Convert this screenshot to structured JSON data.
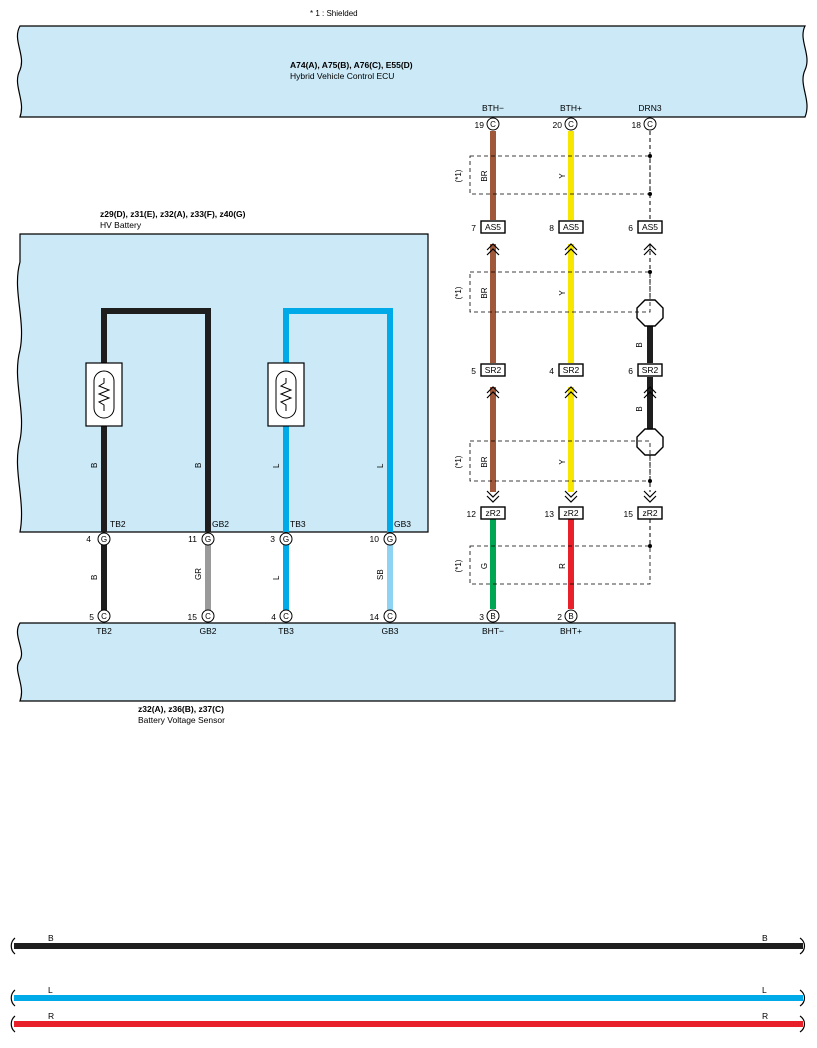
{
  "legend_note": "* 1 : Shielded",
  "ecu": {
    "code": "A74(A), A75(B), A76(C), E55(D)",
    "name": "Hybrid Vehicle Control ECU"
  },
  "battery": {
    "code": "z29(D), z31(E), z32(A), z33(F), z40(G)",
    "name": "HV Battery"
  },
  "sensor": {
    "code": "z32(A), z36(B), z37(C)",
    "name": "Battery Voltage Sensor"
  },
  "ecu_pins": [
    {
      "num": "19",
      "conn": "C",
      "label": "BTH−"
    },
    {
      "num": "20",
      "conn": "C",
      "label": "BTH+"
    },
    {
      "num": "18",
      "conn": "C",
      "label": "DRN3"
    }
  ],
  "connectors": [
    {
      "name": "AS5",
      "pins": [
        "7",
        "8",
        "6"
      ]
    },
    {
      "name": "SR2",
      "pins": [
        "5",
        "4",
        "6"
      ]
    },
    {
      "name": "zR2",
      "pins": [
        "12",
        "13",
        "15"
      ]
    }
  ],
  "shield_label": "(*1)",
  "wire_colors_right": {
    "seg1": [
      "BR",
      "Y"
    ],
    "seg2": [
      "BR",
      "Y"
    ],
    "seg2_drain": "B",
    "seg3": [
      "BR",
      "Y"
    ],
    "seg3_drain": "B",
    "seg4": [
      "G",
      "R"
    ]
  },
  "battery_pins": [
    {
      "num": "4",
      "conn": "G",
      "label": "TB2",
      "inner_wire": "B",
      "out_wire": "B"
    },
    {
      "num": "11",
      "conn": "G",
      "label": "GB2",
      "inner_wire": "B",
      "out_wire": "GR"
    },
    {
      "num": "3",
      "conn": "G",
      "label": "TB3",
      "inner_wire": "L",
      "out_wire": "L"
    },
    {
      "num": "10",
      "conn": "G",
      "label": "GB3",
      "inner_wire": "L",
      "out_wire": "SB"
    }
  ],
  "sensor_pins": [
    {
      "num": "5",
      "conn": "C",
      "label": "TB2"
    },
    {
      "num": "15",
      "conn": "C",
      "label": "GB2"
    },
    {
      "num": "4",
      "conn": "C",
      "label": "TB3"
    },
    {
      "num": "14",
      "conn": "C",
      "label": "GB3"
    },
    {
      "num": "3",
      "conn": "B",
      "label": "BHT−"
    },
    {
      "num": "2",
      "conn": "B",
      "label": "BHT+"
    }
  ],
  "color_key": [
    {
      "code": "B",
      "color": "#1e1e1e"
    },
    {
      "code": "L",
      "color": "#00a9e8"
    },
    {
      "code": "R",
      "color": "#e8202a"
    }
  ],
  "colors": {
    "box_fill": "#cbe9f7",
    "brown": "#a0583a",
    "yellow": "#f7e600",
    "green": "#00a651",
    "red": "#e8202a",
    "black": "#1e1e1e",
    "blue": "#00a9e8",
    "gray": "#9a9a9a",
    "skyblue": "#8fd3f2"
  }
}
